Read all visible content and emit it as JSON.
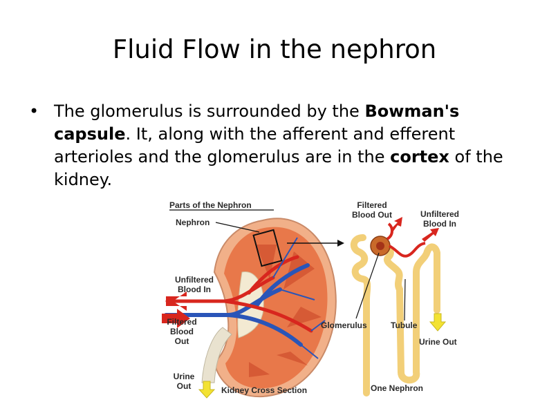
{
  "slide": {
    "title": "Fluid Flow in the nephron",
    "bullet_marker": "•",
    "bullet_parts": [
      "The glomerulus is surrounded by the ",
      "Bowman's capsule",
      ".  It, along with the afferent and efferent arterioles and the glomerulus are in the ",
      "cortex",
      " of the kidney."
    ]
  },
  "figure": {
    "heading": "Parts of the Nephron",
    "labels": {
      "nephron": "Nephron",
      "unfiltered_blood_in_left_1": "Unfiltered",
      "unfiltered_blood_in_left_2": "Blood In",
      "filtered_blood_out_left_1": "Filtered",
      "filtered_blood_out_left_2": "Blood",
      "filtered_blood_out_left_3": "Out",
      "urine_out_left_1": "Urine",
      "urine_out_left_2": "Out",
      "kidney_cross_section": "Kidney Cross Section",
      "filtered_blood_out_top_1": "Filtered",
      "filtered_blood_out_top_2": "Blood Out",
      "unfiltered_blood_in_right_1": "Unfiltered",
      "unfiltered_blood_in_right_2": "Blood In",
      "glomerulus": "Glomerulus",
      "tubule": "Tubule",
      "urine_out_right": "Urine Out",
      "one_nephron": "One Nephron"
    },
    "colors": {
      "kidney_tissue": "#e8784a",
      "vein": "#2a55b8",
      "artery": "#d8261e",
      "tubule": "#f2cf78",
      "ureter": "#e9e2cf",
      "arrow_yellow": "#f3e232"
    }
  }
}
